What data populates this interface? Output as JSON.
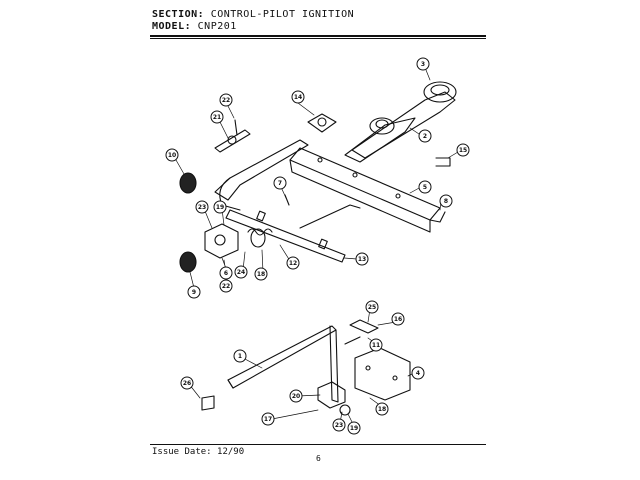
{
  "header": {
    "section_key": "SECTION:",
    "section_value": "CONTROL-PILOT IGNITION",
    "model_key": "MODEL:",
    "model_value": "CNP201"
  },
  "footer": {
    "issue": "Issue Date: 12/90",
    "page": "6"
  },
  "callouts": [
    {
      "id": "c3",
      "label": "3"
    },
    {
      "id": "c14",
      "label": "14"
    },
    {
      "id": "c22a",
      "label": "22"
    },
    {
      "id": "c21",
      "label": "21"
    },
    {
      "id": "c2",
      "label": "2"
    },
    {
      "id": "c15",
      "label": "15"
    },
    {
      "id": "c10",
      "label": "10"
    },
    {
      "id": "c7",
      "label": "7"
    },
    {
      "id": "c5",
      "label": "5"
    },
    {
      "id": "c8",
      "label": "8"
    },
    {
      "id": "c23a",
      "label": "23"
    },
    {
      "id": "c19a",
      "label": "19"
    },
    {
      "id": "c12",
      "label": "12"
    },
    {
      "id": "c13",
      "label": "13"
    },
    {
      "id": "c24",
      "label": "24"
    },
    {
      "id": "c18",
      "label": "18"
    },
    {
      "id": "c6",
      "label": "6"
    },
    {
      "id": "c22b",
      "label": "22"
    },
    {
      "id": "c9",
      "label": "9"
    },
    {
      "id": "c25",
      "label": "25"
    },
    {
      "id": "c16",
      "label": "16"
    },
    {
      "id": "c11",
      "label": "11"
    },
    {
      "id": "c1",
      "label": "1"
    },
    {
      "id": "c4",
      "label": "4"
    },
    {
      "id": "c26",
      "label": "26"
    },
    {
      "id": "c20",
      "label": "20"
    },
    {
      "id": "c17",
      "label": "17"
    },
    {
      "id": "c18b",
      "label": "18"
    },
    {
      "id": "c23b",
      "label": "23"
    },
    {
      "id": "c19b",
      "label": "19"
    }
  ]
}
